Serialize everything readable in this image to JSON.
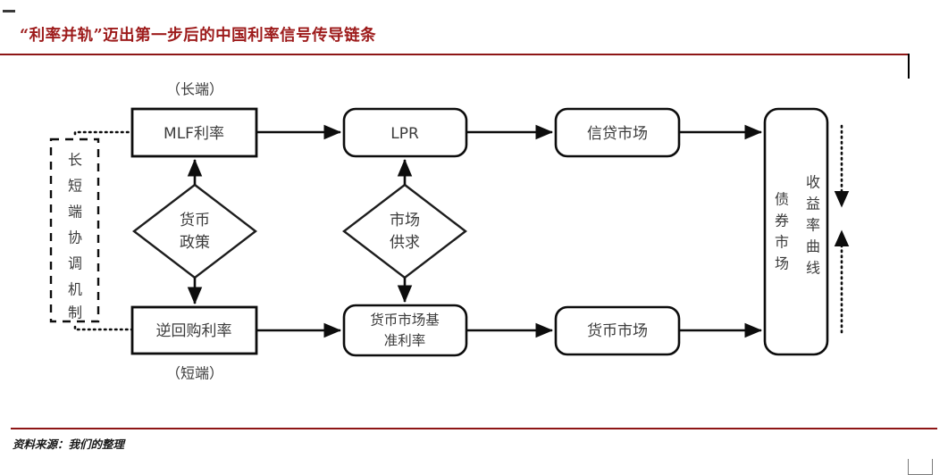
{
  "header": {
    "title": "“利率并轨”迈出第一步后的中国利率信号传导链条",
    "accent_color": "#8e1616"
  },
  "footer": {
    "source_text": "资料来源：我们的整理"
  },
  "diagram": {
    "type": "flowchart",
    "annotations": {
      "long_end": "（长端）",
      "short_end": "（短端）"
    },
    "nodes": [
      {
        "id": "coordination",
        "label": "长短端协调机制",
        "shape": "dashed-rect",
        "orientation": "vertical"
      },
      {
        "id": "mlf",
        "label": "MLF利率",
        "shape": "rect"
      },
      {
        "id": "reverse-repo",
        "label": "逆回购利率",
        "shape": "rect"
      },
      {
        "id": "monetary-policy",
        "label_line1": "货币",
        "label_line2": "政策",
        "shape": "diamond"
      },
      {
        "id": "market-supply-demand",
        "label_line1": "市场",
        "label_line2": "供求",
        "shape": "diamond"
      },
      {
        "id": "lpr",
        "label": "LPR",
        "shape": "rounded-rect"
      },
      {
        "id": "money-market-benchmark",
        "label_line1": "货币市场基",
        "label_line2": "准利率",
        "shape": "rounded-rect"
      },
      {
        "id": "credit-market",
        "label": "信贷市场",
        "shape": "rounded-rect"
      },
      {
        "id": "money-market",
        "label": "货币市场",
        "shape": "rounded-rect"
      },
      {
        "id": "bond-market",
        "label": "债券市场",
        "shape": "rounded-rect",
        "orientation": "vertical"
      },
      {
        "id": "yield-curve",
        "label": "收益率曲线",
        "orientation": "vertical"
      }
    ],
    "edges": [
      {
        "from": "coordination",
        "to": "mlf",
        "style": "dotted"
      },
      {
        "from": "coordination",
        "to": "reverse-repo",
        "style": "dotted"
      },
      {
        "from": "monetary-policy",
        "to": "mlf",
        "style": "solid-arrow"
      },
      {
        "from": "monetary-policy",
        "to": "reverse-repo",
        "style": "solid-arrow"
      },
      {
        "from": "mlf",
        "to": "lpr",
        "style": "solid-arrow"
      },
      {
        "from": "reverse-repo",
        "to": "money-market-benchmark",
        "style": "solid-arrow"
      },
      {
        "from": "market-supply-demand",
        "to": "lpr",
        "style": "solid-arrow"
      },
      {
        "from": "market-supply-demand",
        "to": "money-market-benchmark",
        "style": "solid-arrow"
      },
      {
        "from": "lpr",
        "to": "credit-market",
        "style": "solid-arrow"
      },
      {
        "from": "money-market-benchmark",
        "to": "money-market",
        "style": "solid-arrow"
      },
      {
        "from": "credit-market",
        "to": "bond-market",
        "style": "solid-arrow"
      },
      {
        "from": "money-market",
        "to": "bond-market",
        "style": "solid-arrow"
      },
      {
        "from": "yield-curve",
        "to": "down",
        "style": "dotted-arrow-down"
      },
      {
        "from": "yield-curve",
        "to": "up",
        "style": "dotted-arrow-up"
      }
    ]
  }
}
